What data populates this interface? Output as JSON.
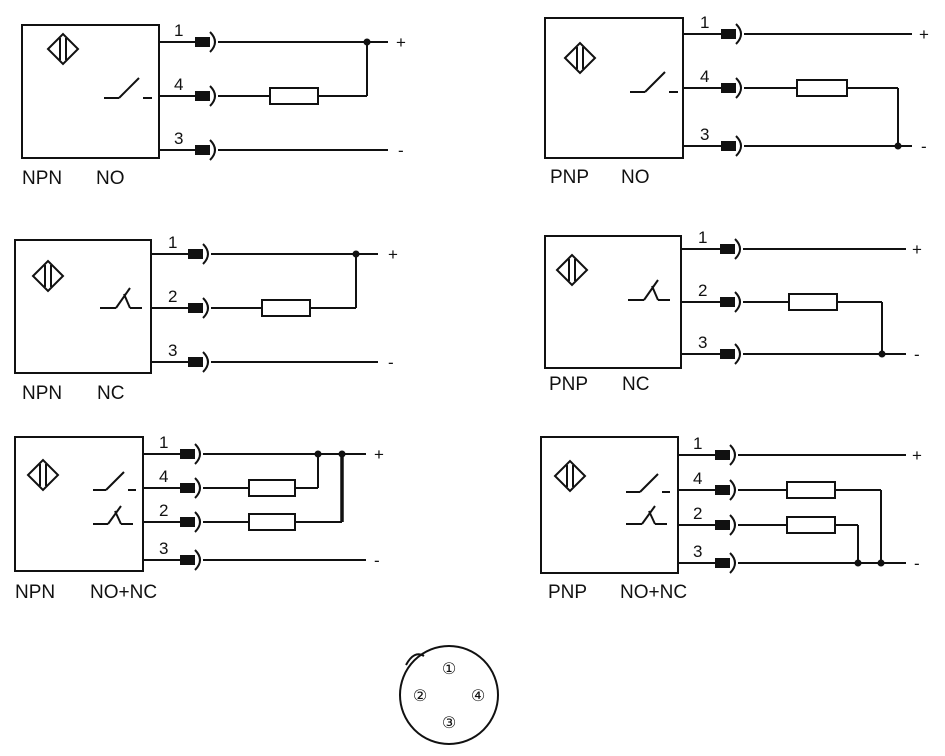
{
  "colors": {
    "line": "#111111",
    "grey": "#6b6b6b",
    "background": "#ffffff"
  },
  "supply": {
    "plus": "+",
    "minus": "-"
  },
  "diagrams": [
    {
      "id": "npn-no",
      "type_label": "NPN",
      "mode_label": "NO",
      "pins": [
        "1",
        "4",
        "3"
      ]
    },
    {
      "id": "pnp-no",
      "type_label": "PNP",
      "mode_label": "NO",
      "pins": [
        "1",
        "4",
        "3"
      ]
    },
    {
      "id": "npn-nc",
      "type_label": "NPN",
      "mode_label": "NC",
      "pins": [
        "1",
        "2",
        "3"
      ]
    },
    {
      "id": "pnp-nc",
      "type_label": "PNP",
      "mode_label": "NC",
      "pins": [
        "1",
        "2",
        "3"
      ]
    },
    {
      "id": "npn-nonc",
      "type_label": "NPN",
      "mode_label": "NO+NC",
      "pins": [
        "1",
        "4",
        "2",
        "3"
      ]
    },
    {
      "id": "pnp-nonc",
      "type_label": "PNP",
      "mode_label": "NO+NC",
      "pins": [
        "1",
        "4",
        "2",
        "3"
      ]
    }
  ],
  "connector": {
    "pins": [
      "①",
      "②",
      "③",
      "④"
    ]
  }
}
